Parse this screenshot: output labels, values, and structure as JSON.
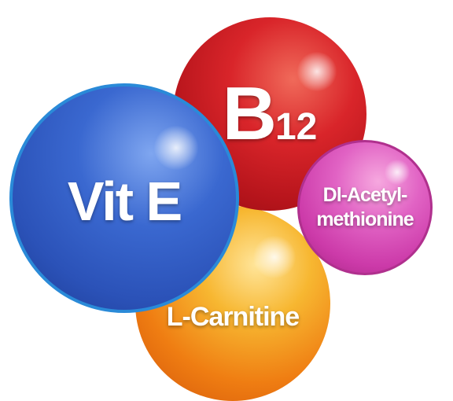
{
  "orbs": {
    "carnitine": {
      "label": "L-Carnitine",
      "color": "#ef7d12"
    },
    "b12": {
      "label_main": "B",
      "label_sub": "12",
      "color": "#d9252a"
    },
    "vit_e": {
      "label": "Vit E",
      "color": "#2b52b8"
    },
    "acetyl": {
      "label_line1": "Dl-Acetyl-",
      "label_line2": "methionine",
      "color": "#cc3aa9"
    }
  }
}
